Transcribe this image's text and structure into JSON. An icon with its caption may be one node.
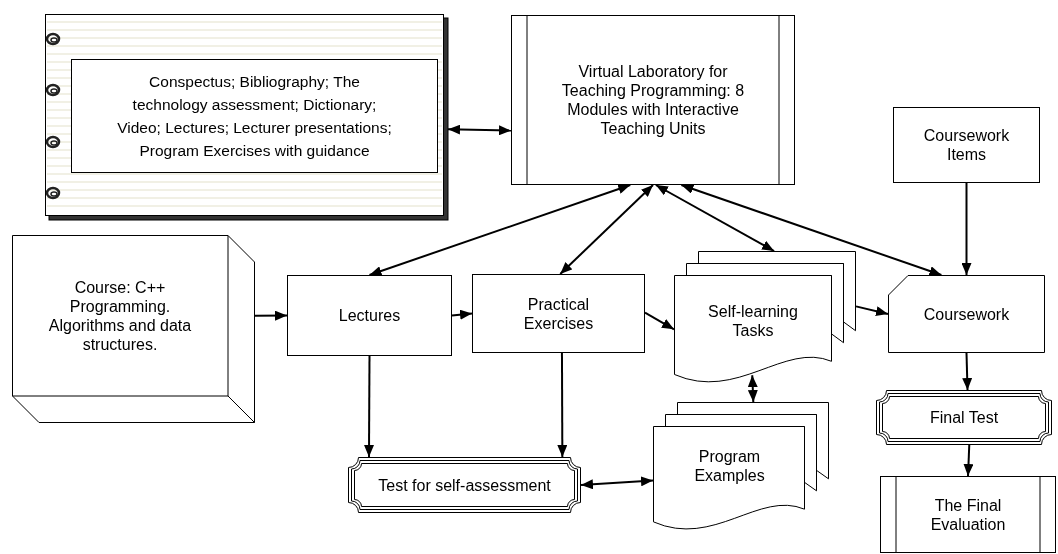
{
  "diagram": {
    "nodes": [
      {
        "text": [],
        "shape": "notebook"
      },
      {
        "text": [
          "Conspectus; Bibliography; The technology assessment; Dictionary; Video; Lectures; Lecturer presentations; Program Exercises with guidance"
        ],
        "in": 0
      },
      {
        "text": [
          "Virtual Laboratory for Teaching Programming: 8 Modules with Interactive Teaching Units"
        ]
      },
      {
        "text": [
          "Course: C++ Programming. Algorithms and data structures."
        ]
      },
      {
        "text": [
          "Lectures"
        ]
      },
      {
        "text": [
          "Practical Exercises"
        ]
      },
      {
        "text": [
          "Self-learning Tasks"
        ]
      },
      {
        "text": [
          "Coursework Items"
        ]
      },
      {
        "text": [
          "Coursework"
        ]
      },
      {
        "text": [
          "Final Test"
        ]
      },
      {
        "text": [
          "Test for self-assessment"
        ]
      },
      {
        "text": [
          "Program Examples"
        ]
      },
      {
        "text": [
          "The Final Evaluation"
        ]
      }
    ],
    "edges": [
      {
        "from": 0,
        "to": 2,
        "arrow": "both"
      },
      {
        "from": 4,
        "to": 2,
        "arrow": "both"
      },
      {
        "from": 5,
        "to": 2,
        "arrow": "both"
      },
      {
        "from": 6,
        "to": 2,
        "arrow": "both"
      },
      {
        "from": 8,
        "to": 2,
        "arrow": "both"
      },
      {
        "from": 7,
        "to": 8,
        "arrow": "to"
      },
      {
        "from": 3,
        "to": 4,
        "arrow": "to"
      },
      {
        "from": 4,
        "to": 5,
        "arrow": "to"
      },
      {
        "from": 5,
        "to": 6,
        "arrow": "to"
      },
      {
        "from": 6,
        "to": 8,
        "arrow": "to"
      },
      {
        "from": 8,
        "to": 9,
        "arrow": "to"
      },
      {
        "from": 9,
        "to": 12,
        "arrow": "to"
      },
      {
        "from": 4,
        "to": 10,
        "arrow": "to"
      },
      {
        "from": 5,
        "to": 10,
        "arrow": "to"
      },
      {
        "from": 10,
        "to": 11,
        "arrow": "both"
      },
      {
        "from": 6,
        "to": 11,
        "arrow": "both"
      }
    ]
  }
}
